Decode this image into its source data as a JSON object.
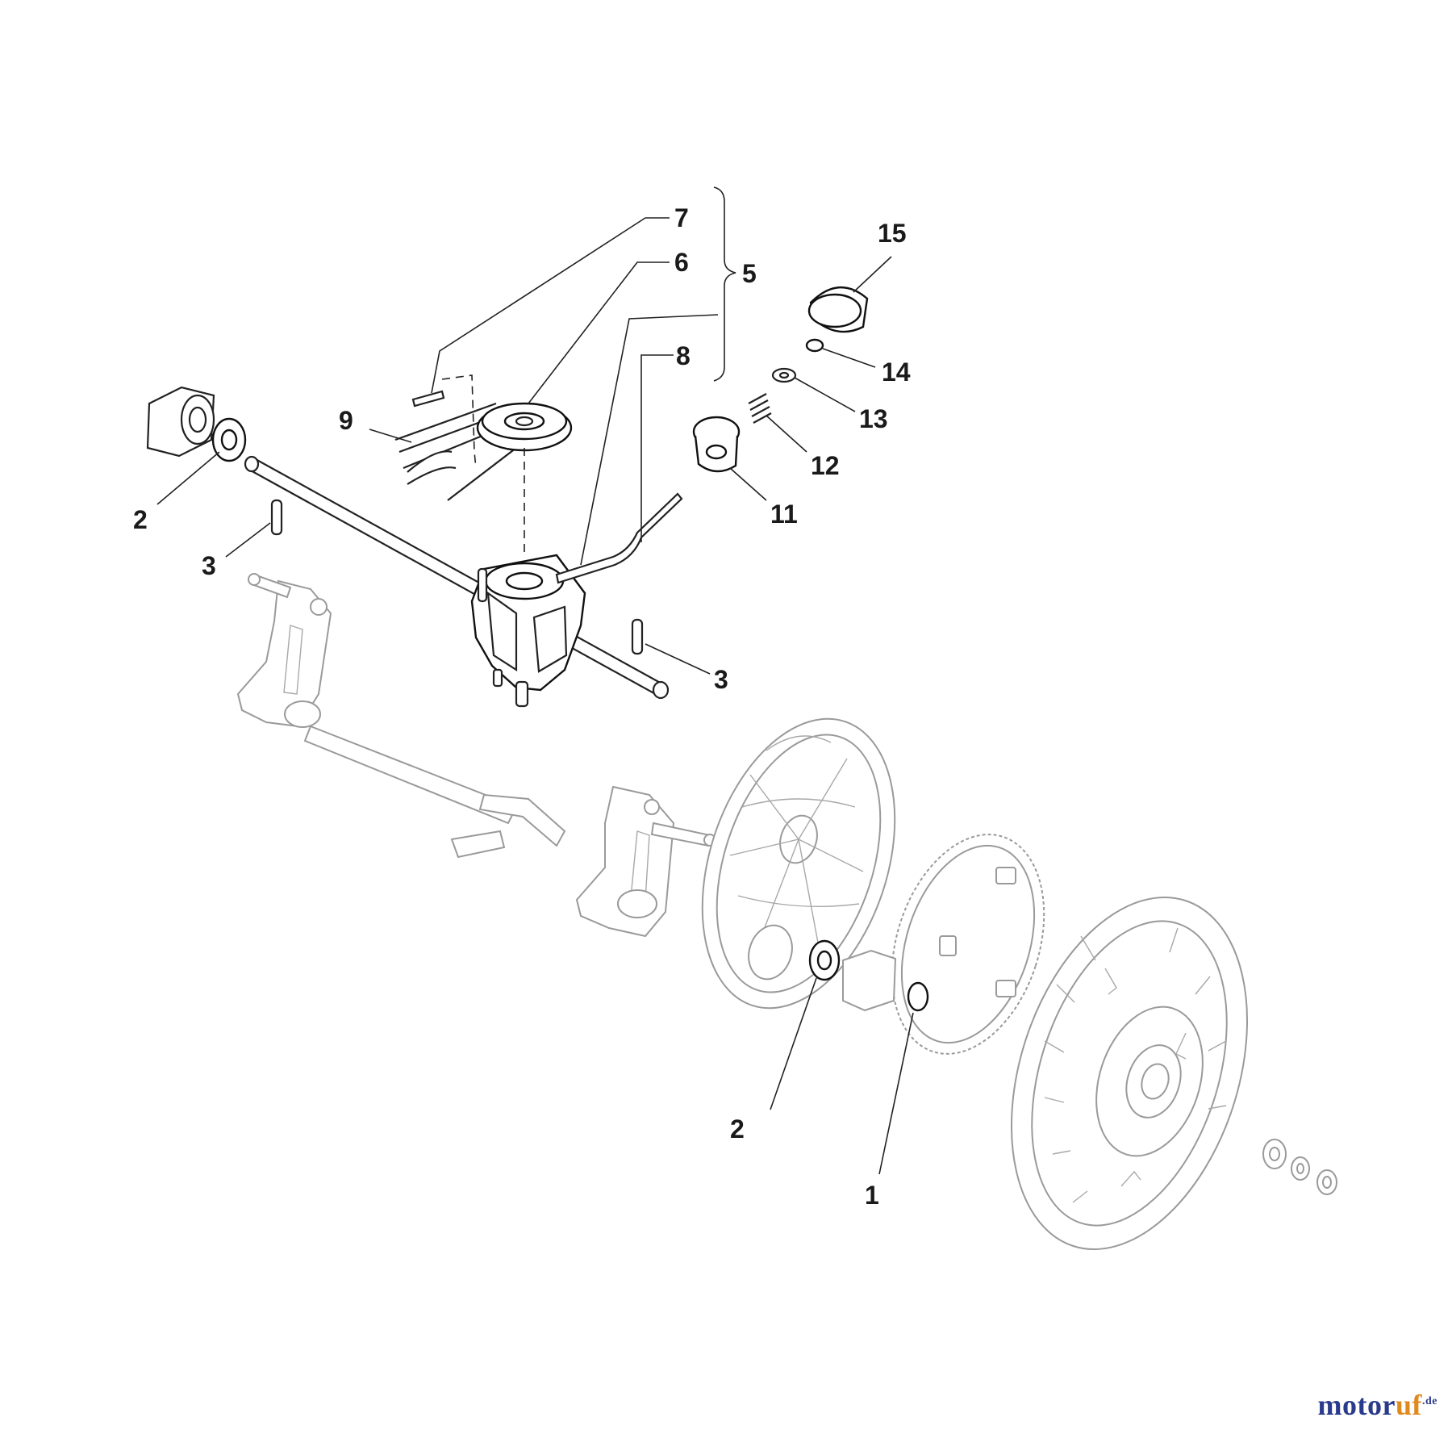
{
  "callouts": {
    "c1": "1",
    "c2a": "2",
    "c2b": "2",
    "c3a": "3",
    "c3b": "3",
    "c5": "5",
    "c6": "6",
    "c7": "7",
    "c8": "8",
    "c9": "9",
    "c11": "11",
    "c12": "12",
    "c13": "13",
    "c14": "14",
    "c15": "15"
  },
  "watermark": {
    "brand_a": "motor",
    "brand_b": "uf",
    "tld": ".de"
  },
  "colors": {
    "brand_blue": "#2a3a8c",
    "brand_orange": "#e08a1e"
  }
}
